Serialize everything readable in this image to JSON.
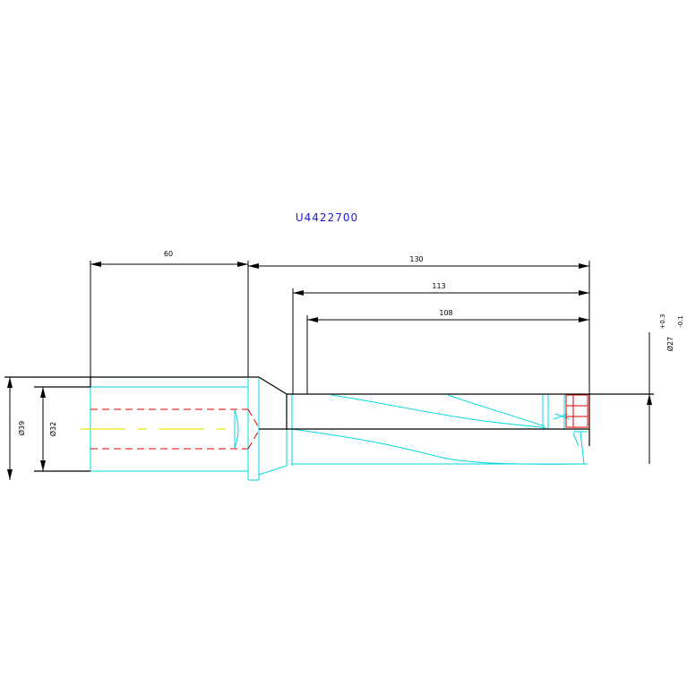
{
  "drawing": {
    "part_number": "U4422700",
    "dimensions": {
      "shank_length": "60",
      "overall_length": "130",
      "flute_length": "113",
      "drill_depth": "108",
      "shank_flange_diameter": "Ø39",
      "shank_diameter": "Ø32",
      "drill_diameter": "Ø27",
      "tol_upper": "+0.3",
      "tol_lower": "-0.1"
    },
    "colors": {
      "outline": "#000000",
      "hidden": "#00d8e0",
      "center": "#e8e800",
      "insert": "#e00000",
      "label": "#1a1ad8"
    }
  }
}
